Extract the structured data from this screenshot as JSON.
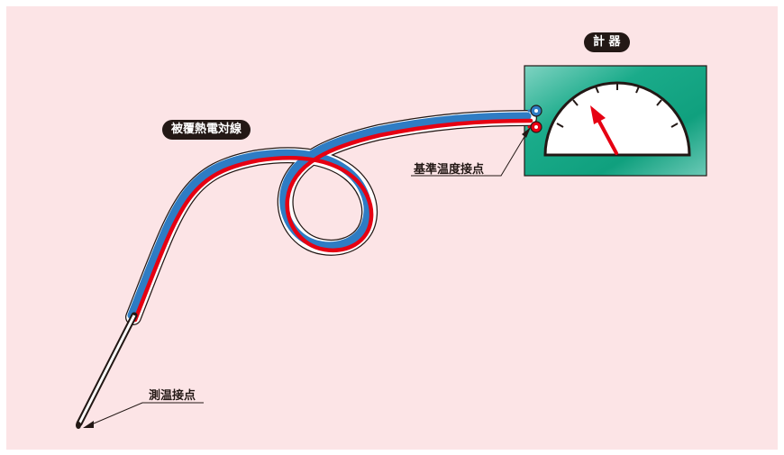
{
  "labels": {
    "instrument": "計 器",
    "cable": "被覆熱電対線",
    "reference_junction": "基準温度接点",
    "measuring_junction": "測温接点"
  },
  "colors": {
    "background": "#fce4e6",
    "wire_red": "#e60012",
    "wire_blue": "#2e7cc4",
    "instrument_panel": "#1aab8a",
    "needle": "#e60012"
  },
  "icons": {
    "gauge": "gauge-icon",
    "terminal_positive": "terminal-blue-icon",
    "terminal_negative": "terminal-red-icon"
  }
}
